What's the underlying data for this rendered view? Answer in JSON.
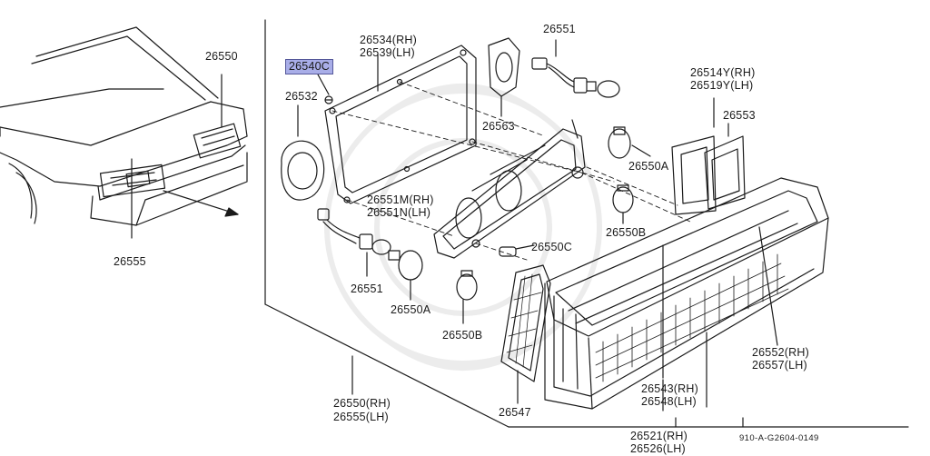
{
  "diagram": {
    "highlight_color": "#a9aee8",
    "line_color": "#1a1a1a",
    "labels": {
      "car_26550": "26550",
      "car_26555": "26555",
      "p26540c": "26540C",
      "p26532": "26532",
      "p26534": "26534(RH)",
      "p26539": "26539(LH)",
      "p26563": "26563",
      "p26551_top": "26551",
      "p26514y": "26514Y(RH)",
      "p26519y": "26519Y(LH)",
      "p26553": "26553",
      "p26550a_right": "26550A",
      "p26551m": "26551M(RH)",
      "p26551n": "26551N(LH)",
      "p26550b_right": "26550B",
      "p26550c": "26550C",
      "p26551_bottom": "26551",
      "p26550a_left": "26550A",
      "p26550b_left": "26550B",
      "p26552": "26552(RH)",
      "p26557": "26557(LH)",
      "p26543": "26543(RH)",
      "p26548": "26548(LH)",
      "p26550_rh": "26550(RH)",
      "p26555_lh": "26555(LH)",
      "p26547": "26547",
      "p26521": "26521(RH)",
      "p26526": "26526(LH)",
      "drawing_code": "910-A-G2604-0149"
    }
  }
}
